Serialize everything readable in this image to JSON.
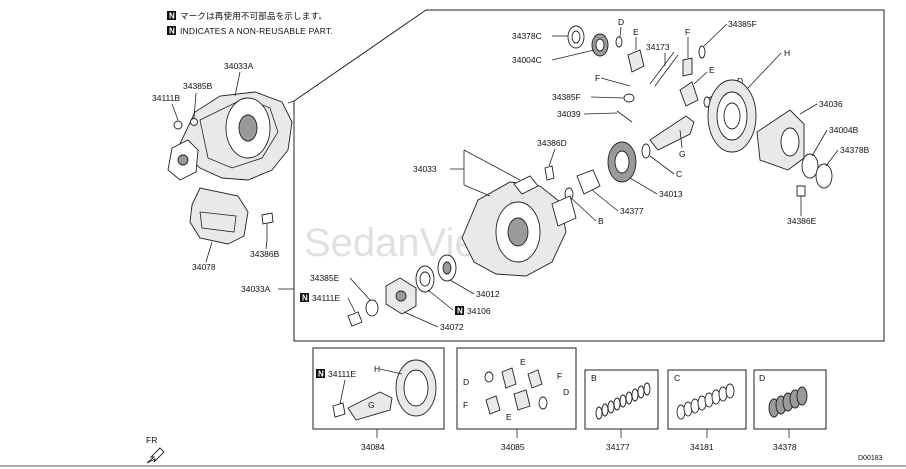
{
  "notes": {
    "jp": "マークは再使用不可部品を示します。",
    "en": "INDICATES A NON-REUSABLE PART.",
    "badge": "N"
  },
  "watermark": "SedanViet.vn",
  "diagram_code": "D00183",
  "orientation": "FR",
  "labels": {
    "p34033A_top": "34033A",
    "p34385B": "34385B",
    "p34111B": "34111B",
    "p34078": "34078",
    "p34386B": "34386B",
    "p34033A_mid": "34033A",
    "p34378C": "34378C",
    "p34004C": "34004C",
    "p34173": "34173",
    "p34385F_top": "34385F",
    "p34385F_mid": "34385F",
    "p34039": "34039",
    "p34036": "34036",
    "p34004B": "34004B",
    "p34378B": "34378B",
    "p34386D": "34386D",
    "p34033": "34033",
    "p34013": "34013",
    "p34377": "34377",
    "p34386E": "34386E",
    "p34385E": "34385E",
    "p34111E": "34111E",
    "p34012": "34012",
    "p34106": "34106",
    "p34072": "34072",
    "p34084": "34084",
    "p34085": "34085",
    "p34177": "34177",
    "p34181": "34181",
    "p34378": "34378",
    "p34111E_box": "34111E",
    "letter_B": "B",
    "letter_C": "C",
    "letter_D": "D",
    "letter_E": "E",
    "letter_F": "F",
    "letter_G": "G",
    "letter_H": "H"
  }
}
